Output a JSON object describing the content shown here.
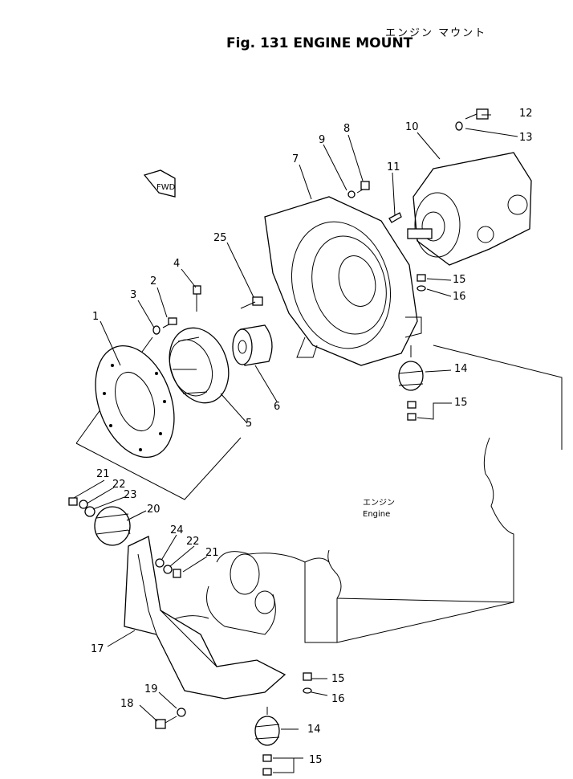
{
  "title_jp": "エンジン マウント",
  "title": "Fig. 131 ENGINE MOUNT",
  "fwd_label": "FWD",
  "engine_label_jp": "エンジン",
  "engine_label": "Engine",
  "callouts": {
    "c1": "1",
    "c2": "2",
    "c3": "3",
    "c4": "4",
    "c5": "5",
    "c6": "6",
    "c7": "7",
    "c8": "8",
    "c9": "9",
    "c10": "10",
    "c11": "11",
    "c12": "12",
    "c13": "13",
    "c14a": "14",
    "c14b": "14",
    "c15a": "15",
    "c15b": "15",
    "c15c": "15",
    "c15d": "15",
    "c16a": "16",
    "c16b": "16",
    "c17": "17",
    "c18": "18",
    "c19": "19",
    "c20": "20",
    "c21a": "21",
    "c21b": "21",
    "c22a": "22",
    "c22b": "22",
    "c23": "23",
    "c24": "24",
    "c25": "25"
  }
}
